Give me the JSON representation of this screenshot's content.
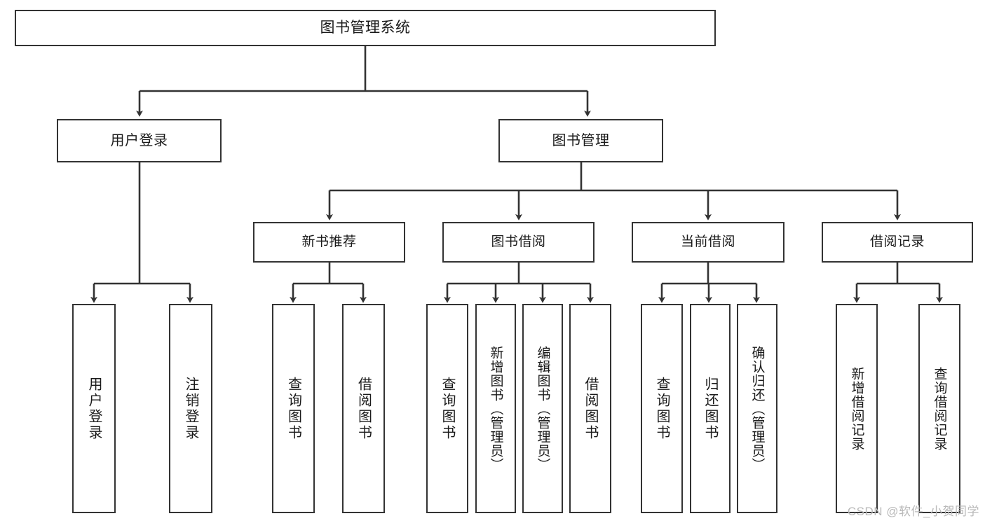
{
  "diagram": {
    "title": "图书管理系统",
    "watermark": "CSDN @软件_小贺同学",
    "colors": {
      "box_border": "#333333",
      "box_fill": "#ffffff",
      "connector": "#333333",
      "text": "#1a1a1a",
      "watermark": "#b9b9b9"
    },
    "root": {
      "label": "图书管理系统"
    },
    "level2": [
      {
        "label": "用户登录"
      },
      {
        "label": "图书管理"
      }
    ],
    "level3": [
      {
        "label": "新书推荐"
      },
      {
        "label": "图书借阅"
      },
      {
        "label": "当前借阅"
      },
      {
        "label": "借阅记录"
      }
    ],
    "leaves": {
      "user_login": [
        {
          "label": "用户登录"
        },
        {
          "label": "注销登录"
        }
      ],
      "new_book_recommend": [
        {
          "label": "查询图书"
        },
        {
          "label": "借阅图书"
        }
      ],
      "book_borrow": [
        {
          "label": "查询图书"
        },
        {
          "label": "新增图书（管理员）"
        },
        {
          "label": "编辑图书（管理员）"
        },
        {
          "label": "借阅图书"
        }
      ],
      "current_borrow": [
        {
          "label": "查询图书"
        },
        {
          "label": "归还图书"
        },
        {
          "label": "确认归还（管理员）"
        }
      ],
      "borrow_record": [
        {
          "label": "新增借阅记录"
        },
        {
          "label": "查询借阅记录"
        }
      ]
    }
  }
}
